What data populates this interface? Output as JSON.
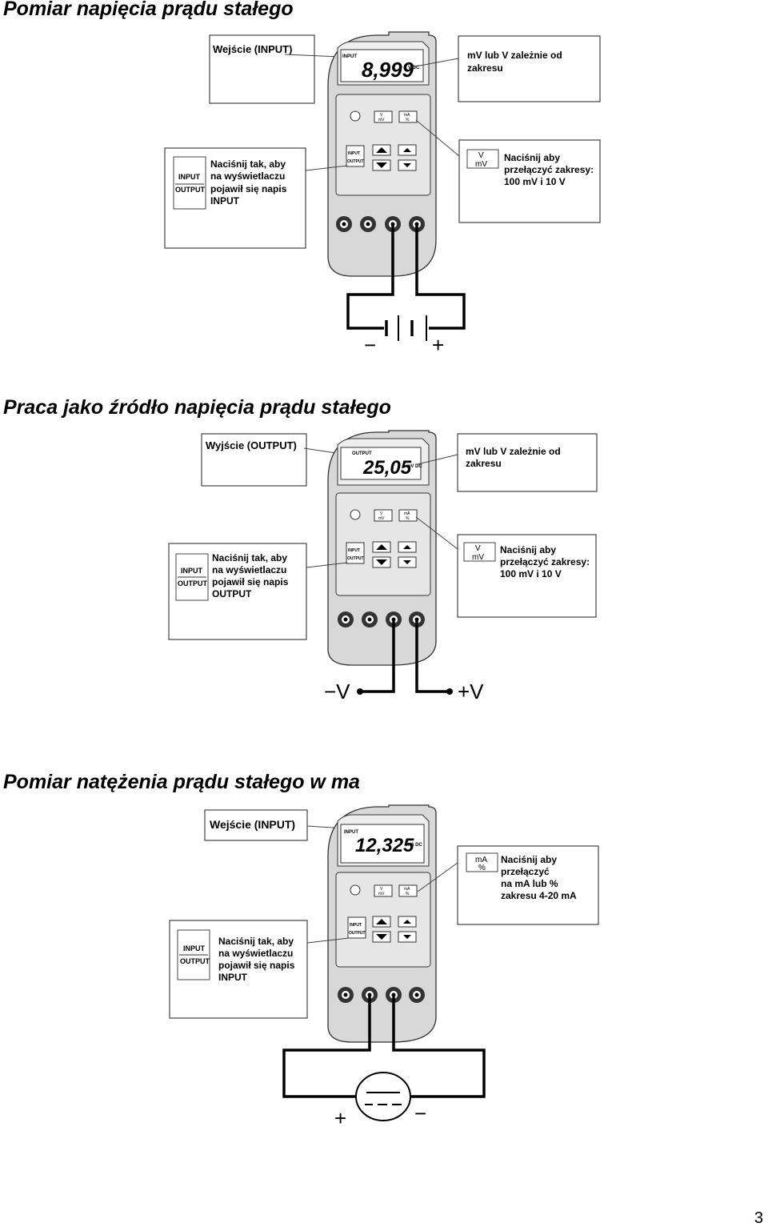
{
  "sections": [
    {
      "heading": "Pomiar napięcia prądu stałego",
      "top_label": "Wejście (INPUT)",
      "display": {
        "mode": "INPUT",
        "value": "8,999",
        "unit": "V DC"
      },
      "keypad": {
        "range_key": [
          "V",
          "mV"
        ],
        "range_key2": [
          "mA",
          "%"
        ],
        "io_key": [
          "INPUT",
          "OUTPUT"
        ]
      },
      "info_right": [
        "mV lub V zależnie od",
        "zakresu"
      ],
      "press_box": {
        "key": [
          "INPUT",
          "OUTPUT"
        ],
        "lines": [
          "Naciśnij tak, aby",
          "na wyświetlaczu",
          "pojawił się napis",
          "INPUT"
        ]
      },
      "switch_box": {
        "key": [
          "V",
          "mV"
        ],
        "lines": [
          "Naciśnij aby",
          "przełączyć zakresy:",
          "100 mV i 10 V"
        ]
      },
      "terminals": [
        "−",
        "+"
      ]
    },
    {
      "heading": "Praca jako źródło napięcia prądu stałego",
      "top_label": "Wyjście (OUTPUT)",
      "display": {
        "mode": "OUTPUT",
        "value": "25,05",
        "unit": "mV DC"
      },
      "keypad": {
        "range_key": [
          "V",
          "mV"
        ],
        "range_key2": [
          "mA",
          "%"
        ],
        "io_key": [
          "INPUT",
          "OUTPUT"
        ]
      },
      "info_right": [
        "mV lub V zależnie od",
        "zakresu"
      ],
      "press_box": {
        "key": [
          "INPUT",
          "OUTPUT"
        ],
        "lines": [
          "Naciśnij tak, aby",
          "na wyświetlaczu",
          "pojawił się napis",
          "OUTPUT"
        ]
      },
      "switch_box": {
        "key": [
          "V",
          "mV"
        ],
        "lines": [
          "Naciśnij aby",
          "przełączyć zakresy:",
          "100 mV i 10 V"
        ]
      },
      "terminals": [
        "−V",
        "+V"
      ]
    },
    {
      "heading": "Pomiar natężenia prądu stałego w ma",
      "top_label": "Wejście (INPUT)",
      "display": {
        "mode": "INPUT",
        "value": "12,325",
        "unit": "mA DC"
      },
      "keypad": {
        "range_key": [
          "V",
          "mV"
        ],
        "range_key2": [
          "mA",
          "%"
        ],
        "io_key": [
          "INPUT",
          "OUTPUT"
        ]
      },
      "press_box": {
        "key": [
          "INPUT",
          "OUTPUT"
        ],
        "lines": [
          "Naciśnij tak, aby",
          "na wyświetlaczu",
          "pojawił się napis",
          "INPUT"
        ]
      },
      "switch_box": {
        "key": [
          "mA",
          "%"
        ],
        "lines": [
          "Naciśnij aby",
          "przełączyć",
          "na mA lub %",
          "zakresu 4-20 mA"
        ]
      },
      "terminals": [
        "+",
        "−"
      ]
    }
  ],
  "page_number": "3"
}
